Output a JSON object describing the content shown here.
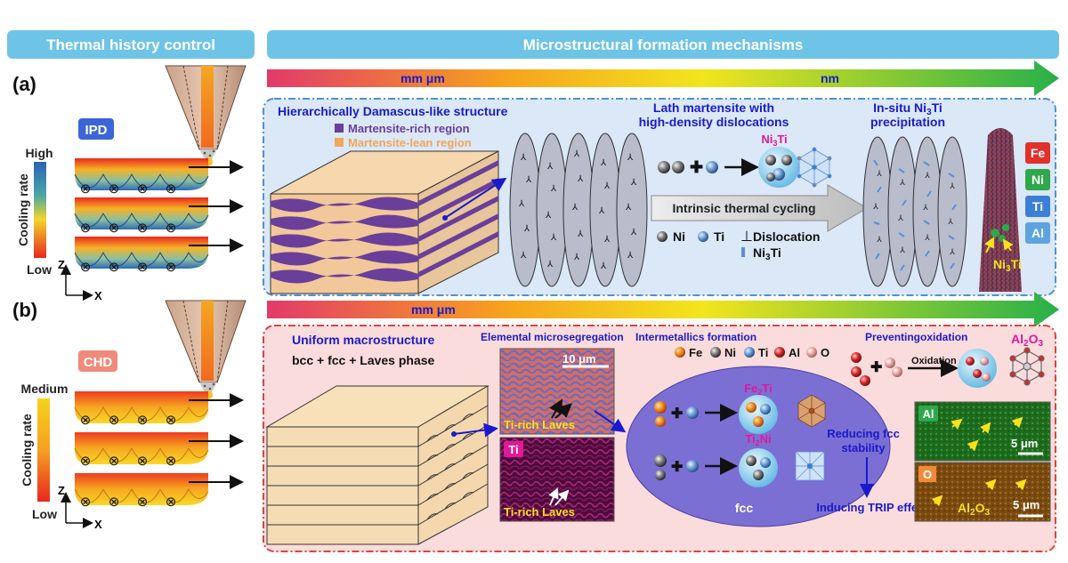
{
  "header": {
    "left": "Thermal history control",
    "right": "Microstructural formation mechanisms"
  },
  "panel_a": {
    "label": "(a)",
    "scale_left": "mm μm",
    "scale_right": "nm",
    "mode": "IPD",
    "cooling_high": "High",
    "cooling_low": "Low",
    "cooling_axis": "Cooling rate",
    "axis_z": "Z",
    "axis_x": "X",
    "title1": "Hierarchically Damascus-like structure",
    "legend_rich": "Martensite-rich region",
    "legend_lean": "Martensite-lean region",
    "title2_line1": "Lath martensite with",
    "title2_line2": "high-density dislocations",
    "ni3ti_main": "Ni",
    "ni3ti_sub": "3",
    "ni3ti_end": "Ti",
    "arrow_label": "Intrinsic thermal cycling",
    "legend_ni": "Ni",
    "legend_ti": "Ti",
    "legend_dislocation": "Dislocation",
    "title3_line1": "In-situ Ni",
    "title3_sub": "3",
    "title3_end": "Ti",
    "title3_line2": "precipitation",
    "elements": [
      "Fe",
      "Ni",
      "Ti",
      "Al"
    ],
    "element_colors": [
      "#e0312b",
      "#2ea84a",
      "#3b7fd6",
      "#5ba4e0"
    ]
  },
  "panel_b": {
    "label": "(b)",
    "scale_left": "mm μm",
    "mode": "CHD",
    "cooling_high": "Medium",
    "cooling_low": "Low",
    "cooling_axis": "Cooling rate",
    "axis_z": "Z",
    "axis_x": "X",
    "title1": "Uniform macrostructure",
    "phases": "bcc + fcc + Laves phase",
    "title2": "Elemental microsegregation",
    "scalebar1": "10 μm",
    "laves1": "Ti-rich Laves",
    "ti_tag": "Ti",
    "laves2": "Ti-rich Laves",
    "title3": "Intermetallics formation",
    "legend_fe": "Fe",
    "legend_ni": "Ni",
    "legend_ti": "Ti",
    "legend_al": "Al",
    "legend_o": "O",
    "fe2ti_main": "Fe",
    "fe2ti_sub": "2",
    "fe2ti_end": "Ti",
    "ti2ni_main": "Ti",
    "ti2ni_sub": "2",
    "ti2ni_end": "Ni",
    "fcc": "fcc",
    "reduce1": "Reducing fcc",
    "reduce2": "stability",
    "trip": "Inducing TRIP effect",
    "title4": "Preventingoxidation",
    "oxidation": "Oxidation",
    "al2o3_main": "Al",
    "al2o3_sub": "2",
    "al2o3_end": "O",
    "al2o3_sub2": "3",
    "map_al": "Al",
    "map_o": "O",
    "scalebar2": "5 μm",
    "scalebar3": "5 μm"
  },
  "colors": {
    "header_bg": "#6ec4e6",
    "panel_a_bg": "#dbe8f7",
    "panel_a_border": "#4f8fd8",
    "panel_b_bg": "#fbdcdc",
    "panel_b_border": "#e0403d",
    "title_blue": "#1a1acc",
    "martensite_rich": "#6a3f99",
    "martensite_lean": "#f2a65a",
    "magenta": "#e0189a",
    "yellow_text": "#f7e21b",
    "ellipse_fill": "#7b6fd4"
  }
}
